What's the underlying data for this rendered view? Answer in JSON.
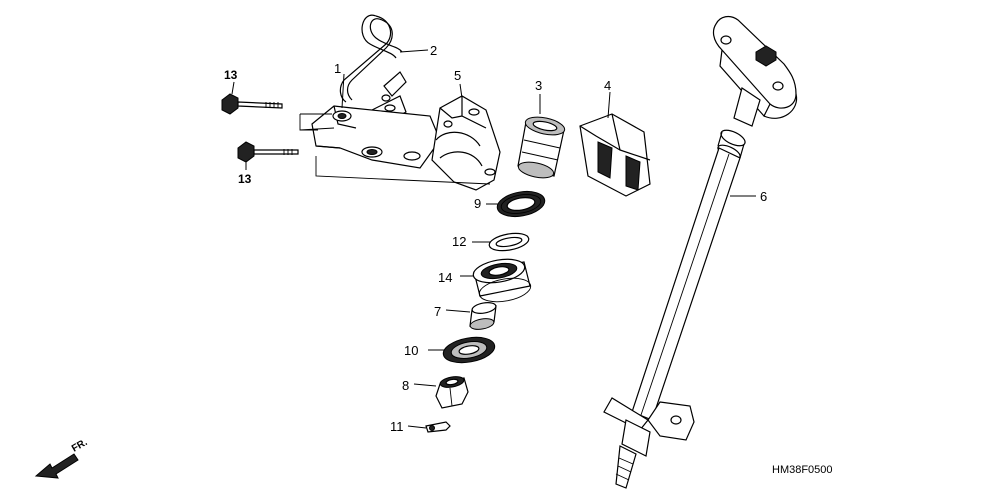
{
  "diagram": {
    "code": "HM38F0500",
    "direction_marker": "FR.",
    "callouts": {
      "c1": "1",
      "c2": "2",
      "c3": "3",
      "c4": "4",
      "c5": "5",
      "c6": "6",
      "c7": "7",
      "c8": "8",
      "c9": "9",
      "c10": "10",
      "c11": "11",
      "c12": "12",
      "c13a": "13",
      "c13b": "13",
      "c14": "14"
    }
  }
}
